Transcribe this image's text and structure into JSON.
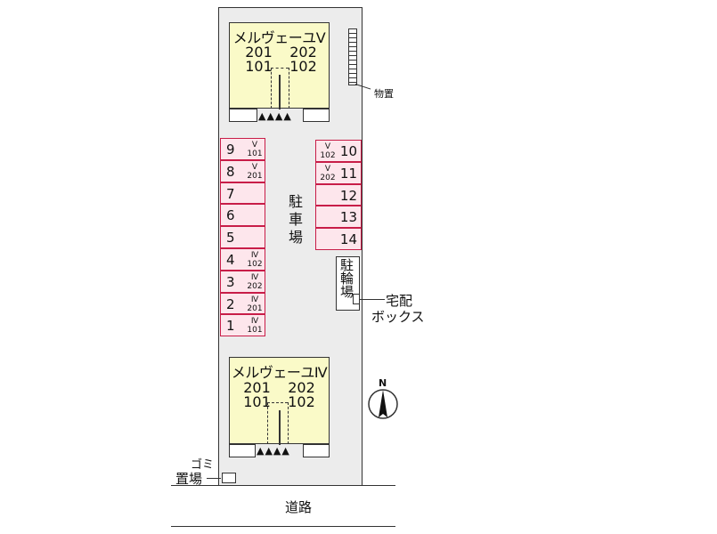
{
  "building_top": {
    "name": "メルヴェーユⅤ",
    "units": [
      "201",
      "202",
      "101",
      "102"
    ]
  },
  "building_bottom": {
    "name": "メルヴェーユⅣ",
    "units": [
      "201",
      "202",
      "101",
      "102"
    ]
  },
  "entrance_marks": "▲▲▲▲",
  "parking": {
    "label": "駐車場",
    "left": [
      {
        "no": "9",
        "tag_top": "Ⅴ",
        "tag_bot": "101"
      },
      {
        "no": "8",
        "tag_top": "Ⅴ",
        "tag_bot": "201"
      },
      {
        "no": "7",
        "tag_top": "",
        "tag_bot": ""
      },
      {
        "no": "6",
        "tag_top": "",
        "tag_bot": ""
      },
      {
        "no": "5",
        "tag_top": "",
        "tag_bot": ""
      },
      {
        "no": "4",
        "tag_top": "Ⅳ",
        "tag_bot": "102"
      },
      {
        "no": "3",
        "tag_top": "Ⅳ",
        "tag_bot": "202"
      },
      {
        "no": "2",
        "tag_top": "Ⅳ",
        "tag_bot": "201"
      },
      {
        "no": "1",
        "tag_top": "Ⅳ",
        "tag_bot": "101"
      }
    ],
    "right": [
      {
        "no": "10",
        "tag_top": "Ⅴ",
        "tag_bot": "102"
      },
      {
        "no": "11",
        "tag_top": "Ⅴ",
        "tag_bot": "202"
      },
      {
        "no": "12",
        "tag_top": "",
        "tag_bot": ""
      },
      {
        "no": "13",
        "tag_top": "",
        "tag_bot": ""
      },
      {
        "no": "14",
        "tag_top": "",
        "tag_bot": ""
      }
    ]
  },
  "bicycle_parking": "駐輪場",
  "delivery_box": {
    "line1": "宅配",
    "line2": "ボックス"
  },
  "storage": "物置",
  "garbage": {
    "line1": "ゴミ",
    "line2": "置場"
  },
  "road": "道路",
  "north": "N"
}
